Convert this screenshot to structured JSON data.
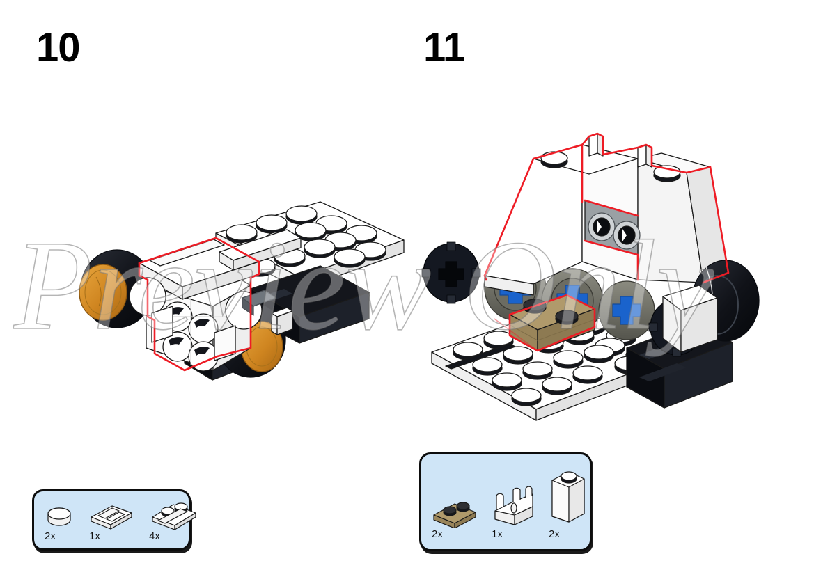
{
  "document": {
    "kind": "lego-building-instructions-page",
    "background_color": "#ffffff",
    "watermark_text": "Preview Only"
  },
  "steps": [
    {
      "number": "10",
      "highlight_color": "#ee1c25",
      "model_description": "White vehicle chassis with black tires and gold wheel hubs on a white studded plate",
      "parts": [
        {
          "qty": "2x",
          "name": "round-tile-1x1",
          "color": "#ffffff"
        },
        {
          "qty": "1x",
          "name": "plate-1x2-with-groove",
          "color": "#ffffff"
        },
        {
          "qty": "4x",
          "name": "tile-1x2-with-rail",
          "color": "#ffffff"
        }
      ]
    },
    {
      "number": "11",
      "highlight_color": "#ee1c25",
      "model_description": "White cab with grey headlight panel, dark tan plates, blue cross axles and black technic gears on a white studded baseplate",
      "parts": [
        {
          "qty": "2x",
          "name": "plate-1x2",
          "color": "#b09a6b"
        },
        {
          "qty": "1x",
          "name": "brick-1x2-with-clips",
          "color": "#ffffff"
        },
        {
          "qty": "2x",
          "name": "slope-brick-2x1x2",
          "color": "#ffffff"
        }
      ]
    }
  ],
  "palette": {
    "callout_fill": "#cfe5f7",
    "callout_border": "#0d0d0d",
    "highlight_red": "#ee1c25",
    "brick_white": "#ffffff",
    "brick_black": "#14161c",
    "brick_dark_tan": "#b09a6b",
    "brick_grey": "#9aa0a4",
    "wheel_hub_gold": "#d2871f",
    "axle_blue": "#1a63cc",
    "outline": "#1a1a1a"
  }
}
